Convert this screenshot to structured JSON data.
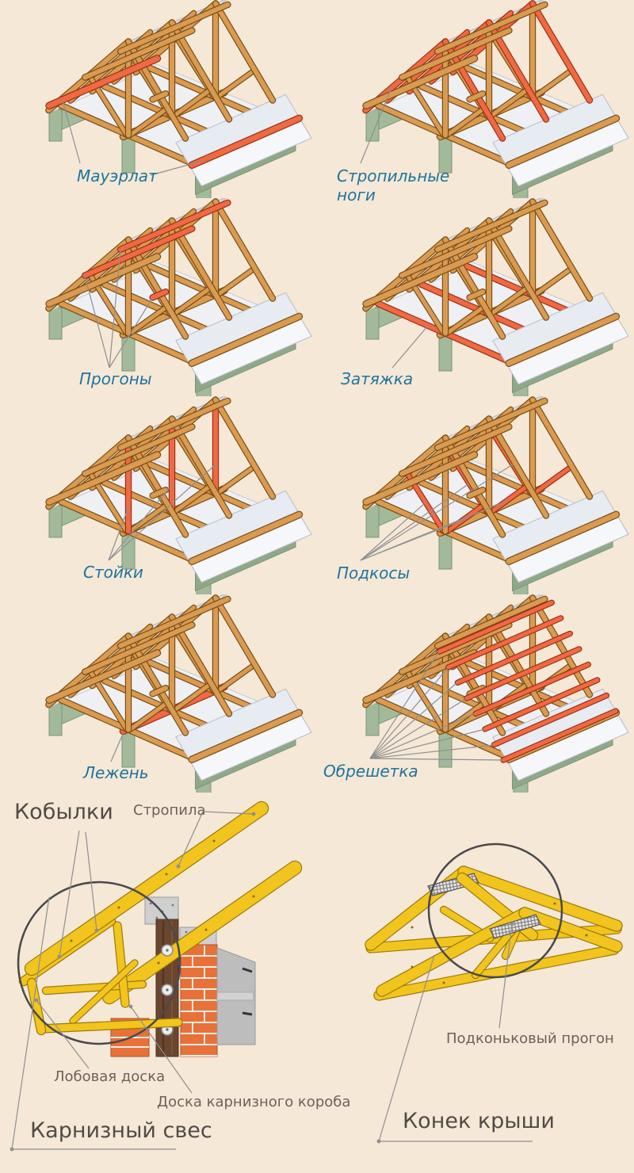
{
  "panels": [
    {
      "label": "Мауэрлат",
      "highlight": "mauerlat"
    },
    {
      "label": "Стропильные ноги",
      "highlight": "rafters"
    },
    {
      "label": "Прогоны",
      "highlight": "purlins"
    },
    {
      "label": "Затяжка",
      "highlight": "ties"
    },
    {
      "label": "Стойки",
      "highlight": "posts"
    },
    {
      "label": "Подкосы",
      "highlight": "struts"
    },
    {
      "label": "Лежень",
      "highlight": "lezhen"
    },
    {
      "label": "Обрешетка",
      "highlight": "battens"
    }
  ],
  "details": {
    "eaves": {
      "title": "Карнизный свес",
      "kobylki_label": "Кобылки",
      "stropila_label": "Стропила",
      "fascia_label": "Лобовая доска",
      "box_board_label": "Доска карнизного короба"
    },
    "ridge": {
      "title": "Конек крыши",
      "purlin_label": "Подконьковый прогон"
    }
  },
  "colors": {
    "background": "#f5e8d7",
    "accent": "#ee6a44",
    "accent_dark": "#9e2f10",
    "wood": "#d99a52",
    "wood_dark": "#7a4e14",
    "wall": "#a2ba9a",
    "wall_dark": "#7d9377",
    "wall_shadow": "#8fa888",
    "floor": "#eef0f4",
    "floor_edge": "#c6c9d0",
    "deck": "#e7ebf2",
    "deck_edge": "#b9bdc7",
    "deck_bright": "#f6f7fa",
    "ridge_strip": "#d9dbde",
    "label_blue": "#20749c",
    "label_gray": "#6b625c",
    "title_gray": "#514b45",
    "leader": "#8f8f8f",
    "detail_wood": "#f2c41e",
    "detail_wood_dark": "#9a7a08",
    "brick": "#e8713a",
    "brick_dark": "#b4502a",
    "mortar": "#f4ece2",
    "concrete": "#bdbdbd",
    "dark_board": "#6a4630",
    "insulation": "#cfcfcf",
    "circle_ring": "#4a4a4a"
  }
}
